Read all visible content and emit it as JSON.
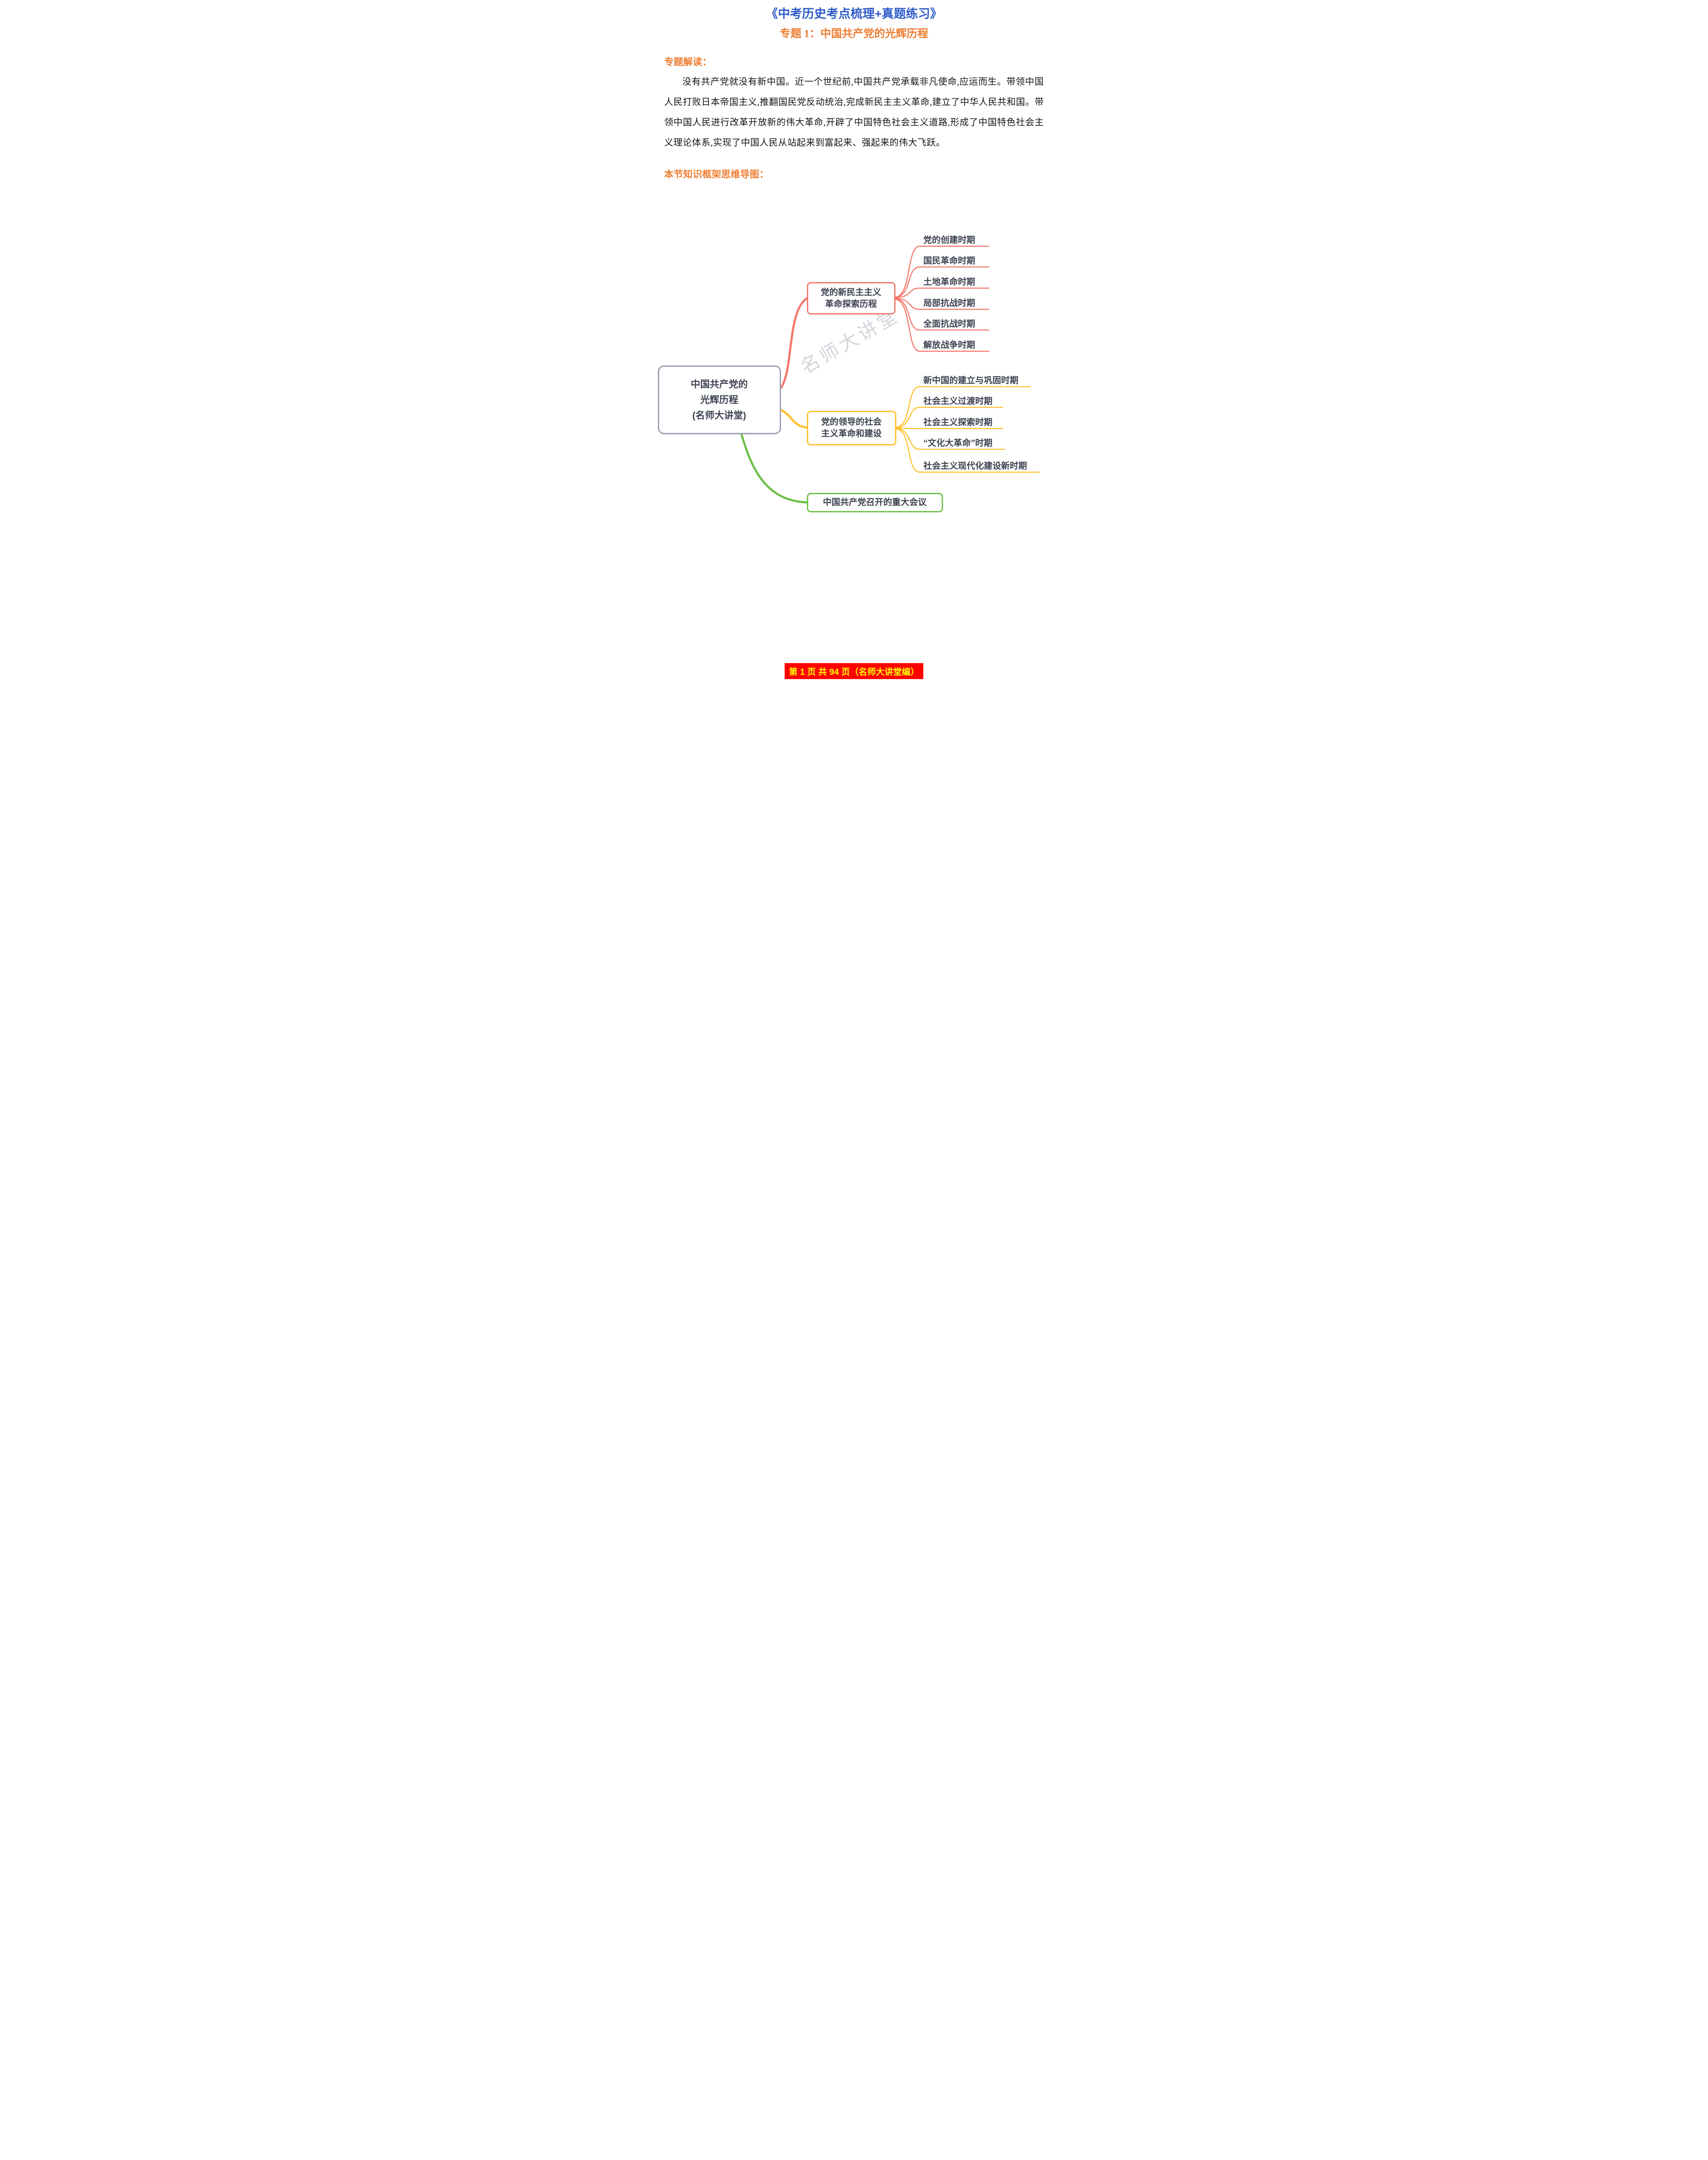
{
  "header": {
    "title": "《中考历史考点梳理+真题练习》",
    "subtitle": "专题 1：中国共产党的光辉历程"
  },
  "sections": {
    "interpretation_heading": "专题解读：",
    "interpretation_text": "没有共产党就没有新中国。近一个世纪前,中国共产党承载非凡使命,应运而生。带领中国人民打败日本帝国主义,推翻国民党反动统治,完成新民主主义革命,建立了中华人民共和国。带领中国人民进行改革开放新的伟大革命,开辟了中国特色社会主义道路,形成了中国特色社会主义理论体系,实现了中国人民从站起来到富起来、强起来的伟大飞跃。",
    "mindmap_heading": "本节知识框架思维导图："
  },
  "mindmap": {
    "root": {
      "lines": [
        "中国共产党的",
        "光辉历程",
        "(名师大讲堂)"
      ]
    },
    "branches": [
      {
        "label_lines": [
          "党的新民主主义",
          "革命探索历程"
        ],
        "color": "#F4786B",
        "leaves": [
          "党的创建时期",
          "国民革命时期",
          "土地革命时期",
          "局部抗战时期",
          "全面抗战时期",
          "解放战争时期"
        ]
      },
      {
        "label_lines": [
          "党的领导的社会",
          "主义革命和建设"
        ],
        "color": "#FFC02E",
        "leaves": [
          "新中国的建立与巩固时期",
          "社会主义过渡时期",
          "社会主义探索时期",
          "“文化大革命”时期",
          "社会主义现代化建设新时期"
        ]
      },
      {
        "label_lines": [
          "中国共产党召开的重大会议"
        ],
        "color": "#6EC049",
        "leaves": []
      }
    ],
    "watermark": "名师大讲堂"
  },
  "footer": {
    "text": "第 1 页 共 94 页（名师大讲堂编）"
  },
  "colors": {
    "title_blue": "#2E5BC8",
    "accent_orange": "#ED7D31",
    "branch1_salmon": "#F4786B",
    "branch2_yellow": "#FFC02E",
    "branch3_green": "#6EC049",
    "root_border_gray": "#9AA2B1",
    "footer_bg": "#FF0000",
    "footer_text": "#FFFF00"
  }
}
